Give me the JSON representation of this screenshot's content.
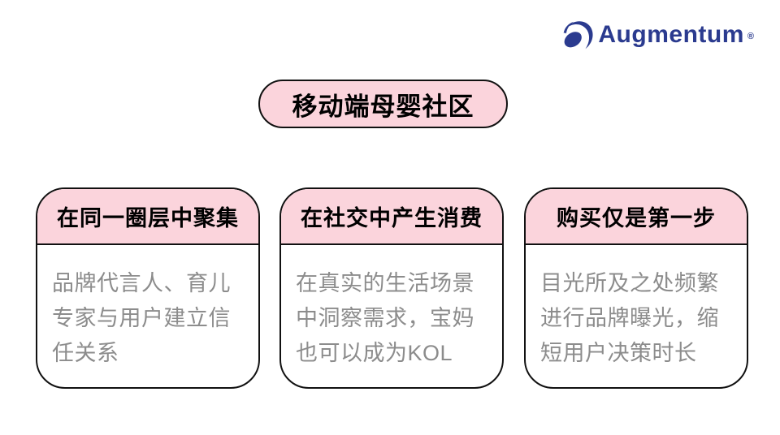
{
  "logo": {
    "text": "Augmentum",
    "registered": "®",
    "color": "#2B3B8F"
  },
  "title": {
    "label": "移动端母婴社区"
  },
  "cards": [
    {
      "header": "在同一圈层中聚集",
      "body": "品牌代言人、育儿专家与用户建立信任关系"
    },
    {
      "header": "在社交中产生消费",
      "body": "在真实的生活场景中洞察需求，宝妈也可以成为KOL"
    },
    {
      "header": "购买仅是第一步",
      "body": "目光所及之处频繁进行品牌曝光，缩短用户决策时长"
    }
  ],
  "colors": {
    "pink": "#FBD4DC",
    "border": "#111111",
    "body_text": "#8C8C8C",
    "logo_navy": "#2B3B8F"
  }
}
